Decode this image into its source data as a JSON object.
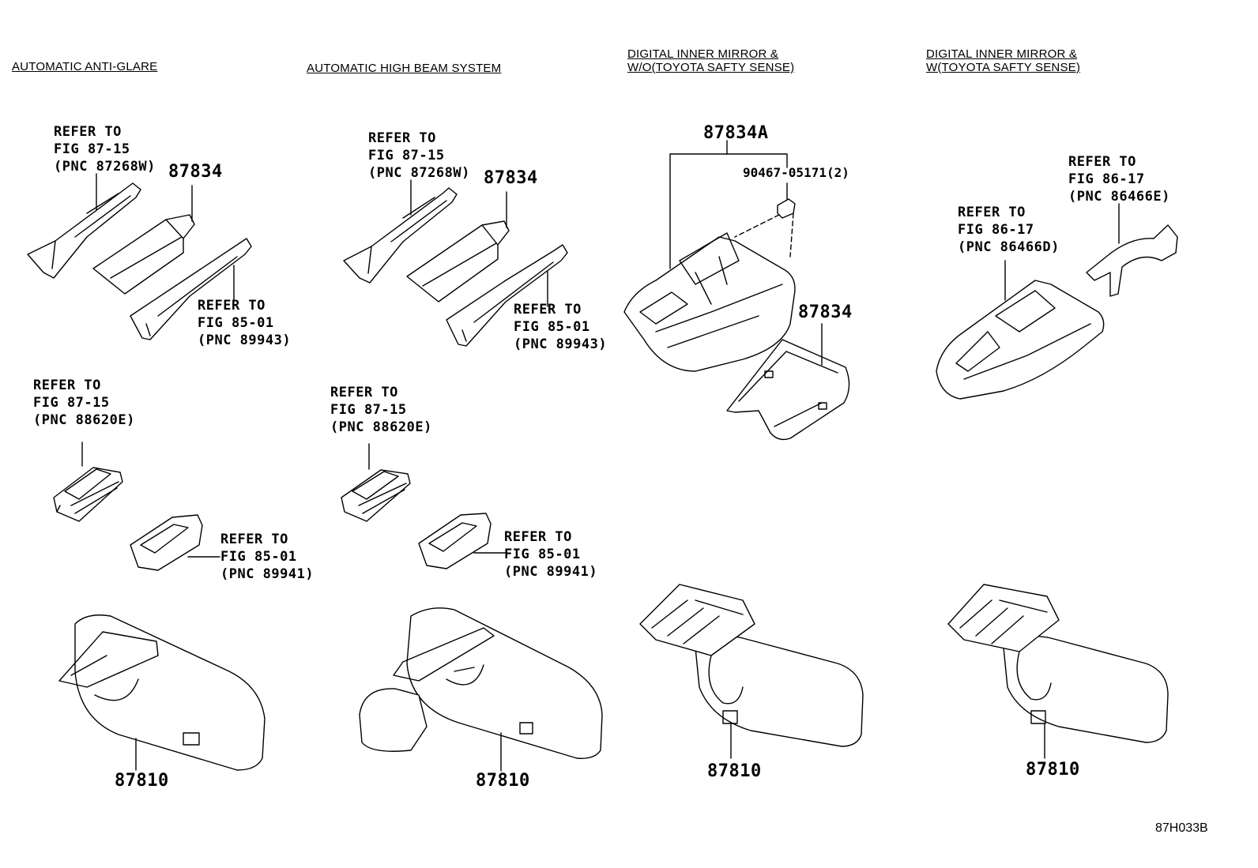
{
  "sections": [
    {
      "title": "AUTOMATIC ANTI-GLARE"
    },
    {
      "title": "AUTOMATIC HIGH BEAM SYSTEM"
    },
    {
      "title_line1": "DIGITAL INNER MIRROR &",
      "title_line2": "W/O(TOYOTA SAFTY SENSE)"
    },
    {
      "title_line1": "DIGITAL INNER MIRROR &",
      "title_line2": "W(TOYOTA SAFTY SENSE)"
    }
  ],
  "refs": {
    "a1": [
      "REFER TO",
      "FIG 87-15",
      "(PNC 87268W)"
    ],
    "a2": [
      "REFER TO",
      "FIG 85-01",
      "(PNC 89943)"
    ],
    "a3": [
      "REFER TO",
      "FIG 87-15",
      "(PNC 88620E)"
    ],
    "a4": [
      "REFER TO",
      "FIG 85-01",
      "(PNC 89941)"
    ],
    "b1": [
      "REFER TO",
      "FIG 87-15",
      "(PNC 87268W)"
    ],
    "b2": [
      "REFER TO",
      "FIG 85-01",
      "(PNC 89943)"
    ],
    "b3": [
      "REFER TO",
      "FIG 87-15",
      "(PNC 88620E)"
    ],
    "b4": [
      "REFER TO",
      "FIG 85-01",
      "(PNC 89941)"
    ],
    "d1": [
      "REFER TO",
      "FIG 86-17",
      "(PNC 86466E)"
    ],
    "d2": [
      "REFER TO",
      "FIG 86-17",
      "(PNC 86466D)"
    ]
  },
  "parts": {
    "a_cover": "87834",
    "a_mirror": "87810",
    "b_cover": "87834",
    "b_mirror": "87810",
    "c_assy": "87834A",
    "c_screw": "90467-05171(2)",
    "c_cover": "87834",
    "c_mirror": "87810",
    "d_mirror": "87810"
  },
  "figure_code": "87H033B"
}
